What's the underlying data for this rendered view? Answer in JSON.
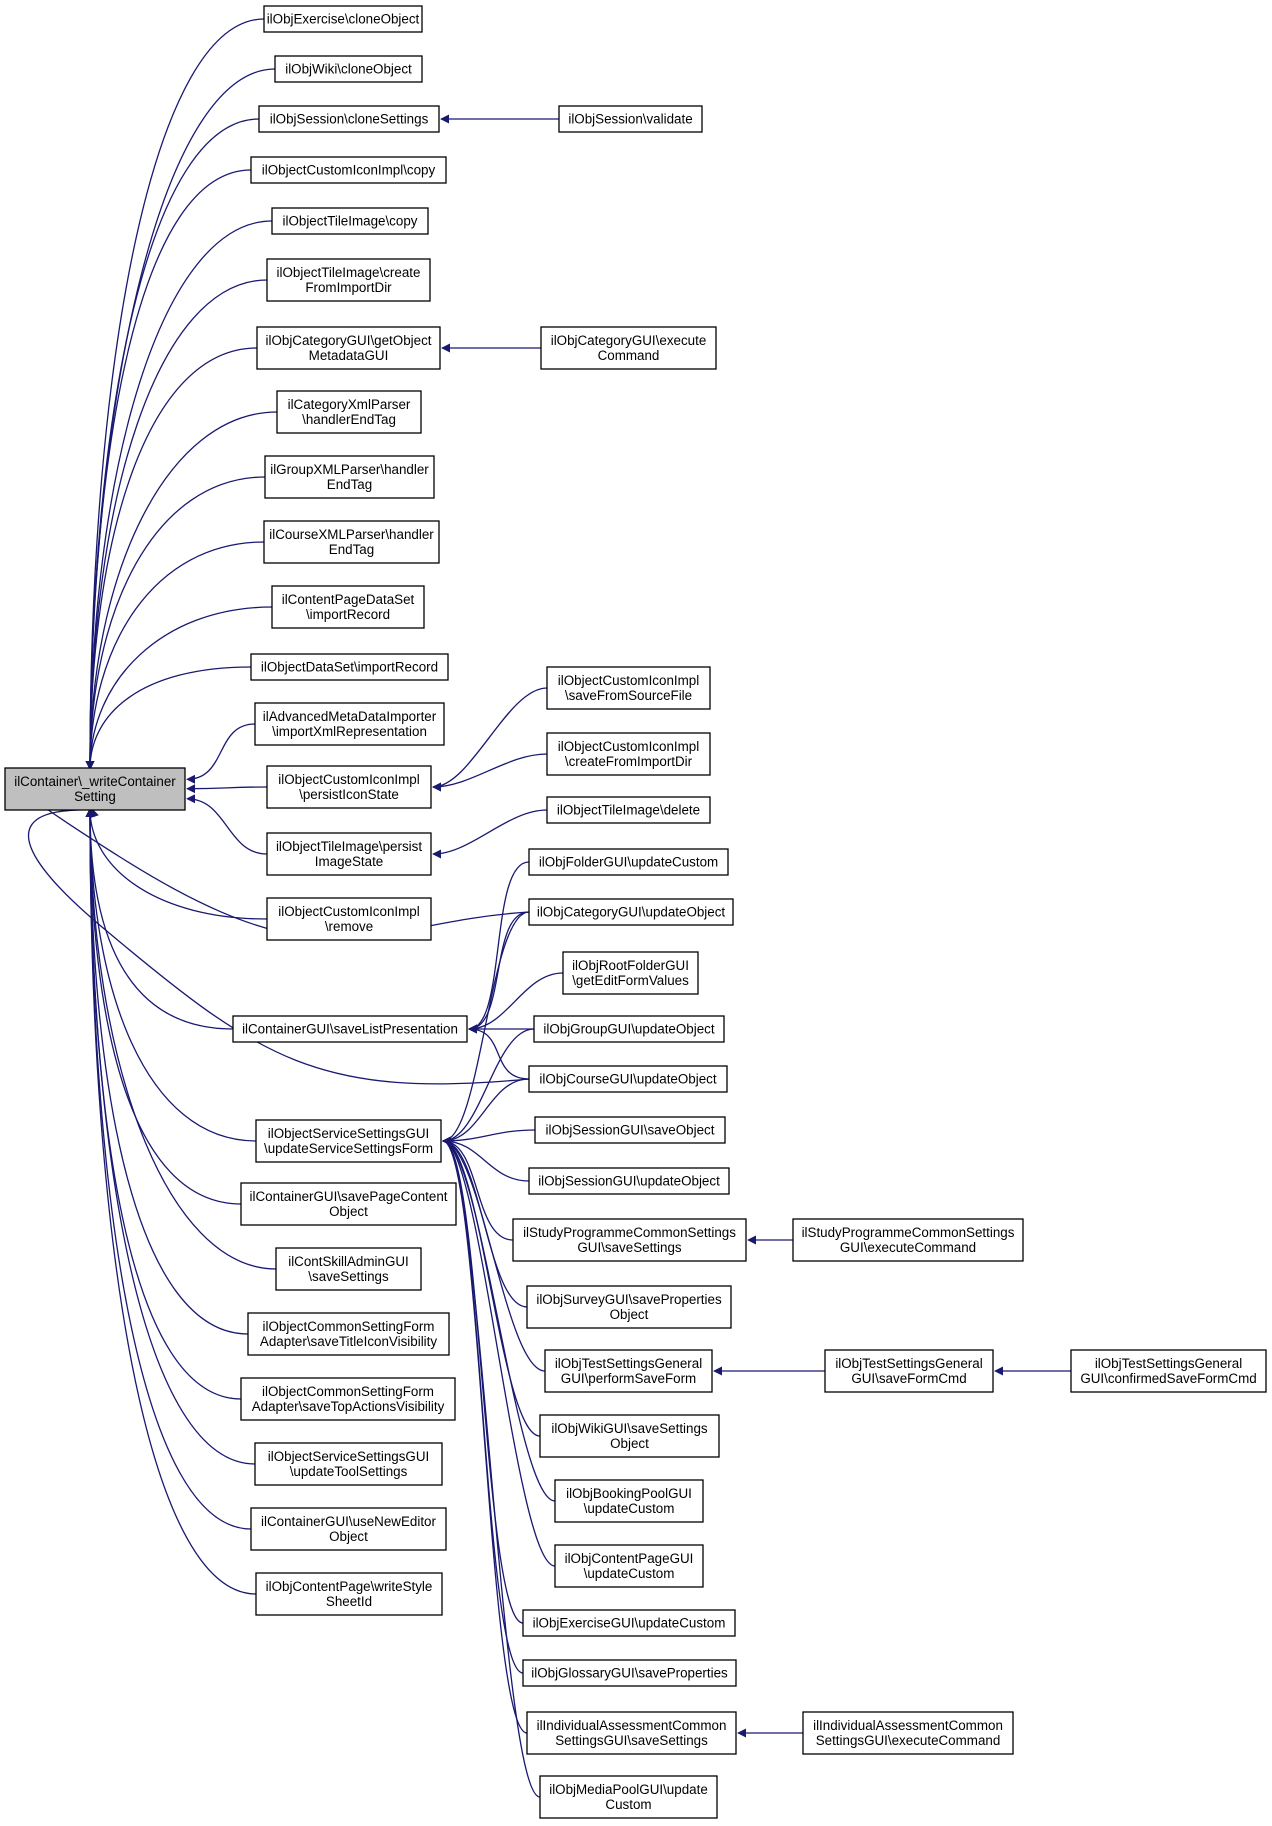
{
  "diagram": {
    "root": {
      "id": "root",
      "lines": [
        "ilContainer\\_writeContainer",
        "Setting"
      ]
    },
    "nodes": [
      {
        "id": "n1",
        "lines": [
          "ilObjExercise\\cloneObject"
        ]
      },
      {
        "id": "n2",
        "lines": [
          "ilObjWiki\\cloneObject"
        ]
      },
      {
        "id": "n3",
        "lines": [
          "ilObjSession\\cloneSettings"
        ]
      },
      {
        "id": "n3a",
        "lines": [
          "ilObjSession\\validate"
        ]
      },
      {
        "id": "n4",
        "lines": [
          "ilObjectCustomIconImpl\\copy"
        ]
      },
      {
        "id": "n5",
        "lines": [
          "ilObjectTileImage\\copy"
        ]
      },
      {
        "id": "n6",
        "lines": [
          "ilObjectTileImage\\create",
          "FromImportDir"
        ]
      },
      {
        "id": "n7",
        "lines": [
          "ilObjCategoryGUI\\getObject",
          "MetadataGUI"
        ]
      },
      {
        "id": "n7a",
        "lines": [
          "ilObjCategoryGUI\\execute",
          "Command"
        ]
      },
      {
        "id": "n8",
        "lines": [
          "ilCategoryXmlParser",
          "\\handlerEndTag"
        ]
      },
      {
        "id": "n9",
        "lines": [
          "ilGroupXMLParser\\handler",
          "EndTag"
        ]
      },
      {
        "id": "n10",
        "lines": [
          "ilCourseXMLParser\\handler",
          "EndTag"
        ]
      },
      {
        "id": "n11",
        "lines": [
          "ilContentPageDataSet",
          "\\importRecord"
        ]
      },
      {
        "id": "n12",
        "lines": [
          "ilObjectDataSet\\importRecord"
        ]
      },
      {
        "id": "n13",
        "lines": [
          "ilAdvancedMetaDataImporter",
          "\\importXmlRepresentation"
        ]
      },
      {
        "id": "n14",
        "lines": [
          "ilObjectCustomIconImpl",
          "\\persistIconState"
        ]
      },
      {
        "id": "n14a",
        "lines": [
          "ilObjectCustomIconImpl",
          "\\saveFromSourceFile"
        ]
      },
      {
        "id": "n14b",
        "lines": [
          "ilObjectCustomIconImpl",
          "\\createFromImportDir"
        ]
      },
      {
        "id": "n15",
        "lines": [
          "ilObjectTileImage\\persist",
          "ImageState"
        ]
      },
      {
        "id": "n15a",
        "lines": [
          "ilObjectTileImage\\delete"
        ]
      },
      {
        "id": "n16",
        "lines": [
          "ilObjectCustomIconImpl",
          "\\remove"
        ]
      },
      {
        "id": "m1",
        "lines": [
          "ilObjFolderGUI\\updateCustom"
        ]
      },
      {
        "id": "m2",
        "lines": [
          "ilObjCategoryGUI\\updateObject"
        ]
      },
      {
        "id": "m3",
        "lines": [
          "ilObjRootFolderGUI",
          "\\getEditFormValues"
        ]
      },
      {
        "id": "n17",
        "lines": [
          "ilContainerGUI\\saveListPresentation"
        ]
      },
      {
        "id": "m4",
        "lines": [
          "ilObjGroupGUI\\updateObject"
        ]
      },
      {
        "id": "m5",
        "lines": [
          "ilObjCourseGUI\\updateObject"
        ]
      },
      {
        "id": "n18",
        "lines": [
          "ilObjectServiceSettingsGUI",
          "\\updateServiceSettingsForm"
        ]
      },
      {
        "id": "m6",
        "lines": [
          "ilObjSessionGUI\\saveObject"
        ]
      },
      {
        "id": "m7",
        "lines": [
          "ilObjSessionGUI\\updateObject"
        ]
      },
      {
        "id": "m8",
        "lines": [
          "ilStudyProgrammeCommonSettings",
          "GUI\\saveSettings"
        ]
      },
      {
        "id": "m8a",
        "lines": [
          "ilStudyProgrammeCommonSettings",
          "GUI\\executeCommand"
        ]
      },
      {
        "id": "m9",
        "lines": [
          "ilObjSurveyGUI\\saveProperties",
          "Object"
        ]
      },
      {
        "id": "m10",
        "lines": [
          "ilObjTestSettingsGeneral",
          "GUI\\performSaveForm"
        ]
      },
      {
        "id": "m10a",
        "lines": [
          "ilObjTestSettingsGeneral",
          "GUI\\saveFormCmd"
        ]
      },
      {
        "id": "m10b",
        "lines": [
          "ilObjTestSettingsGeneral",
          "GUI\\confirmedSaveFormCmd"
        ]
      },
      {
        "id": "m11",
        "lines": [
          "ilObjWikiGUI\\saveSettings",
          "Object"
        ]
      },
      {
        "id": "m12",
        "lines": [
          "ilObjBookingPoolGUI",
          "\\updateCustom"
        ]
      },
      {
        "id": "m13",
        "lines": [
          "ilObjContentPageGUI",
          "\\updateCustom"
        ]
      },
      {
        "id": "m14",
        "lines": [
          "ilObjExerciseGUI\\updateCustom"
        ]
      },
      {
        "id": "m15",
        "lines": [
          "ilObjGlossaryGUI\\saveProperties"
        ]
      },
      {
        "id": "m16",
        "lines": [
          "ilIndividualAssessmentCommon",
          "SettingsGUI\\saveSettings"
        ]
      },
      {
        "id": "m16a",
        "lines": [
          "ilIndividualAssessmentCommon",
          "SettingsGUI\\executeCommand"
        ]
      },
      {
        "id": "m17",
        "lines": [
          "ilObjMediaPoolGUI\\update",
          "Custom"
        ]
      },
      {
        "id": "n19",
        "lines": [
          "ilContainerGUI\\savePageContent",
          "Object"
        ]
      },
      {
        "id": "n20",
        "lines": [
          "ilContSkillAdminGUI",
          "\\saveSettings"
        ]
      },
      {
        "id": "n21",
        "lines": [
          "ilObjectCommonSettingForm",
          "Adapter\\saveTitleIconVisibility"
        ]
      },
      {
        "id": "n22",
        "lines": [
          "ilObjectCommonSettingForm",
          "Adapter\\saveTopActionsVisibility"
        ]
      },
      {
        "id": "n23",
        "lines": [
          "ilObjectServiceSettingsGUI",
          "\\updateToolSettings"
        ]
      },
      {
        "id": "n24",
        "lines": [
          "ilContainerGUI\\useNewEditor",
          "Object"
        ]
      },
      {
        "id": "n25",
        "lines": [
          "ilObjContentPage\\writeStyle",
          "SheetId"
        ]
      }
    ]
  }
}
